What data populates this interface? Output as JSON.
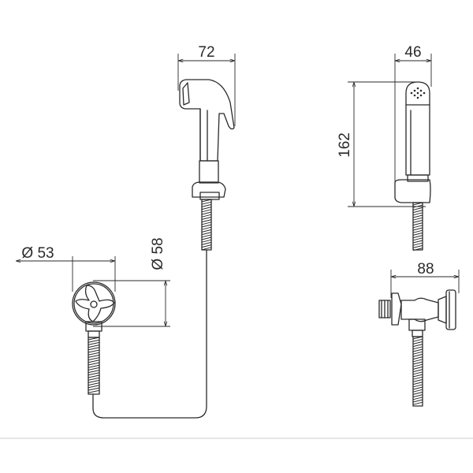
{
  "dimensions": {
    "handset_width": "72",
    "side_width": "46",
    "height": "162",
    "valve_diameter_outer": "Ø 53",
    "valve_diameter_inner": "Ø 58",
    "valve_depth": "88"
  },
  "colors": {
    "line": "#2a2a2a",
    "background": "#ffffff",
    "base_line": "#dddddd"
  }
}
